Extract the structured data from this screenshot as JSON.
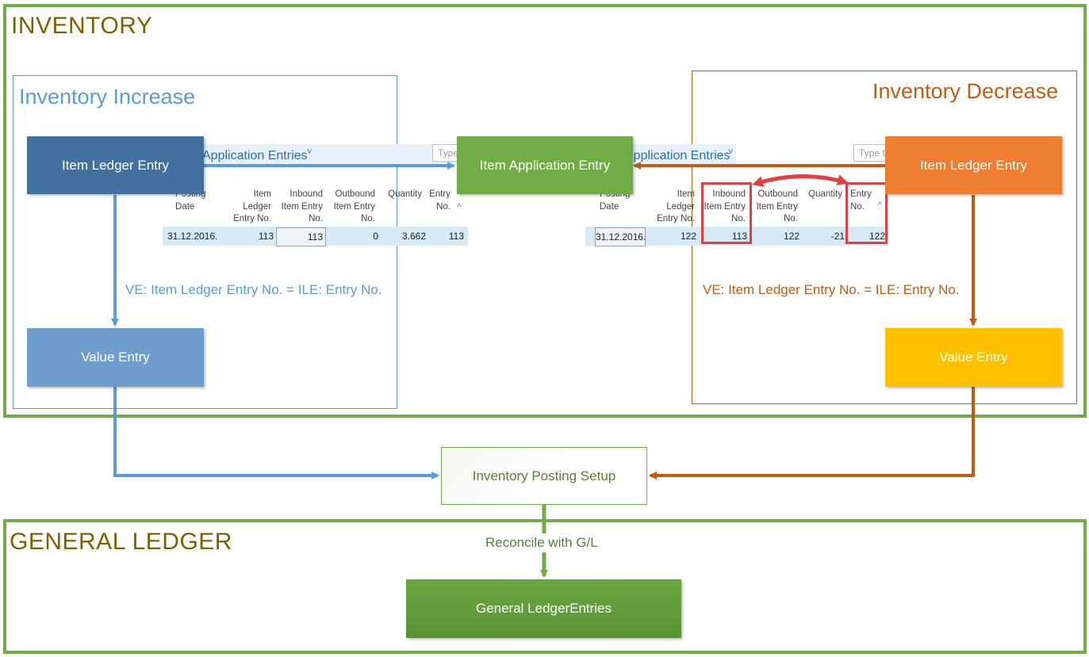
{
  "inventory": {
    "title": "INVENTORY"
  },
  "general_ledger": {
    "title": "GENERAL LEDGER",
    "box_label": "General LedgerEntries"
  },
  "increase": {
    "title": "Inventory Increase",
    "ile_label": "Item Ledger Entry",
    "ve_label": "Value Entry",
    "relation": "VE: Item Ledger Entry No. = ILE: Entry No.",
    "color": "#5b9bd5"
  },
  "decrease": {
    "title": "Inventory Decrease",
    "ile_label": "Item Ledger Entry",
    "ve_label": "Value Entry",
    "relation": "VE: Item Ledger Entry No. = ILE: Entry No.",
    "color": "#c55a11"
  },
  "center": {
    "application_label": "Item Application Entry",
    "posting_setup_label": "Inventory Posting Setup",
    "reconcile_label": "Reconcile with G/L"
  },
  "table_left": {
    "title": "Application Entries",
    "dropdown_glyph": "˅",
    "search_placeholder": "Type",
    "headers": [
      "Posting Date",
      "Item Ledger Entry No.",
      "Inbound Item Entry No.",
      "Outbound Item Entry No.",
      "Quantity",
      "Entry No."
    ],
    "row": [
      "31.12.2016.",
      "113",
      "113",
      "0",
      "3.662",
      "113"
    ],
    "sort_glyph": "˄"
  },
  "table_right": {
    "title": "Application Entries",
    "dropdown_glyph": "˅",
    "search_placeholder": "Type to",
    "headers": [
      "Posting Date",
      "Item Ledger Entry No.",
      "Inbound Item Entry No.",
      "Outbound Item Entry No.",
      "Quantity",
      "Entry No."
    ],
    "row": [
      "31.12.2016.",
      "122",
      "113",
      "122",
      "-21",
      "122"
    ],
    "sort_glyph": "˄"
  },
  "colors": {
    "blue_dark": "#41719c",
    "blue_light": "#6f9dcc",
    "orange": "#ed7d31",
    "yellow": "#ffc000",
    "green": "#70ad47",
    "highlight_red": "#e0403e"
  }
}
